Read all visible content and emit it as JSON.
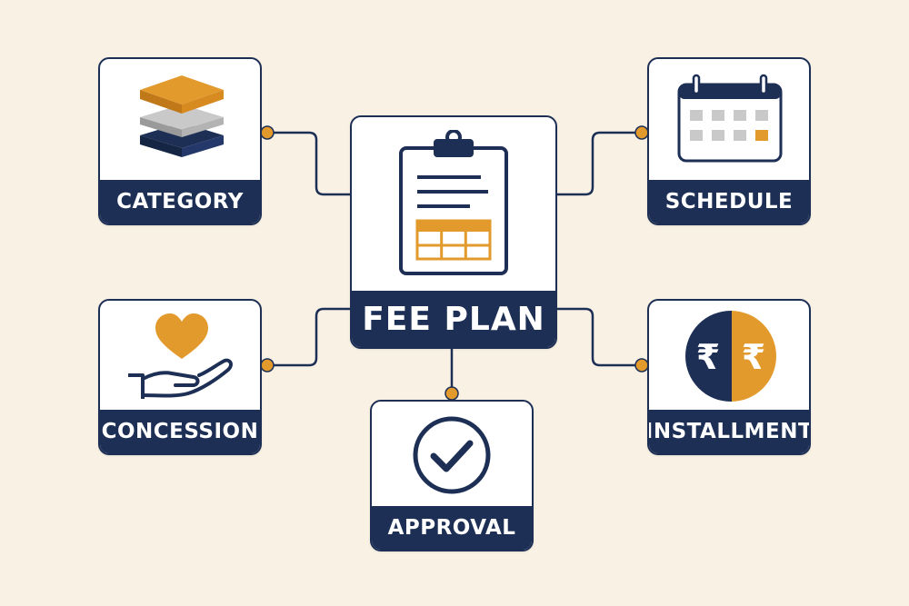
{
  "diagram": {
    "center": {
      "label": "FEE PLAN",
      "icon": "clipboard-icon"
    },
    "nodes": [
      {
        "id": "category",
        "label": "CATEGORY",
        "icon": "layers-icon"
      },
      {
        "id": "schedule",
        "label": "SCHEDULE",
        "icon": "calendar-icon"
      },
      {
        "id": "concession",
        "label": "CONCESSION",
        "icon": "heart-hand-icon"
      },
      {
        "id": "installment",
        "label": "INSTALLMENT",
        "icon": "rupee-split-icon"
      },
      {
        "id": "approval",
        "label": "APPROVAL",
        "icon": "checkmark-icon"
      }
    ]
  },
  "rupee_symbol": "₹",
  "colors": {
    "navy": "#1d2f55",
    "orange": "#e39a2d",
    "gray": "#b8b8b8",
    "background": "#f8f1e4"
  }
}
